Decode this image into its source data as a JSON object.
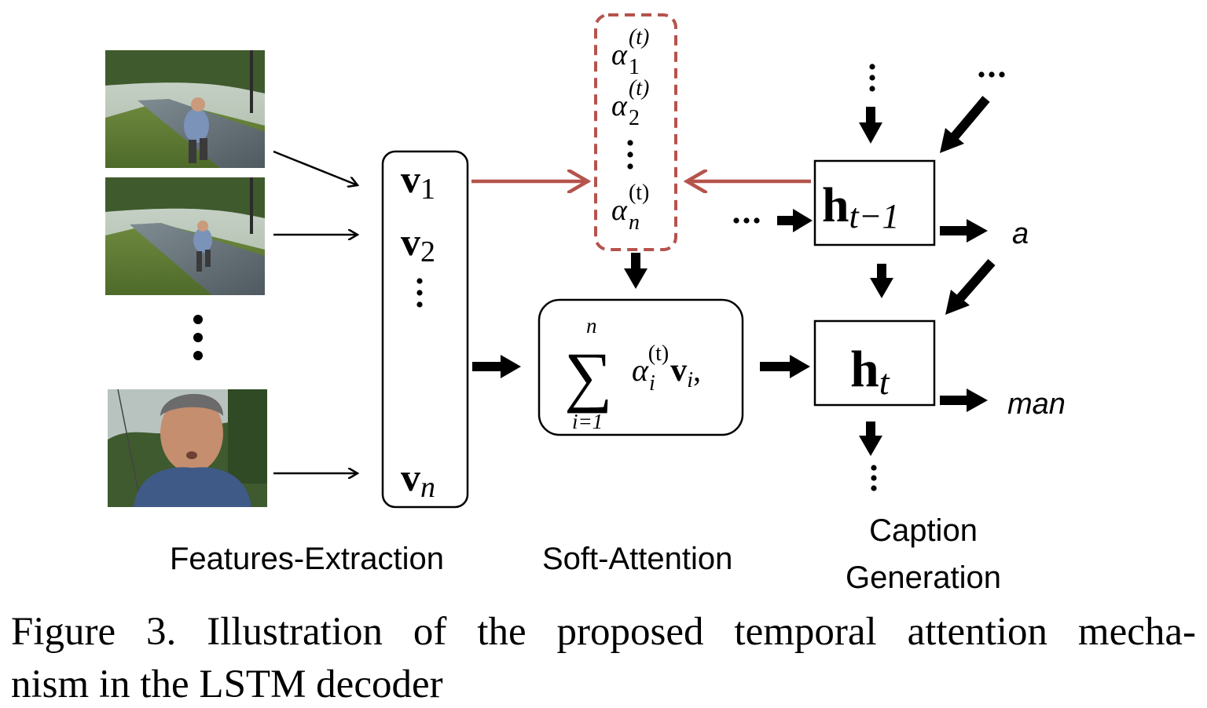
{
  "diagram": {
    "features": {
      "label": "Features-Extraction",
      "vectors": [
        {
          "base": "v",
          "sub": "1"
        },
        {
          "base": "v",
          "sub": "2"
        },
        {
          "base": "v",
          "sub": "n"
        }
      ],
      "ellipsis": "⋮"
    },
    "attention": {
      "label": "Soft-Attention",
      "weights": [
        {
          "base": "α",
          "sub": "1",
          "sup": "(t)"
        },
        {
          "base": "α",
          "sub": "2",
          "sup": "(t)"
        },
        {
          "base": "α",
          "sub": "n",
          "sup": "(t)"
        }
      ],
      "ellipsis": "⋮",
      "sum": {
        "symbol": "∑",
        "upper": "n",
        "lower": "i=1",
        "alpha": "α",
        "alpha_sub": "i",
        "alpha_sup": "(t)",
        "v": "v",
        "v_sub": "i",
        "tail": ","
      },
      "accent_color": "#b5534c"
    },
    "caption_generation": {
      "label_line1": "Caption",
      "label_line2": "Generation",
      "h_prev": {
        "base": "h",
        "sub": "t−1"
      },
      "h_curr": {
        "base": "h",
        "sub": "t"
      },
      "outputs": [
        "a",
        "man"
      ],
      "ellipsis_h": "···",
      "ellipsis_v": "⋮"
    }
  },
  "caption": "Figure 3. Illustration of the proposed temporal attention mechanism in the LSTM decoder"
}
